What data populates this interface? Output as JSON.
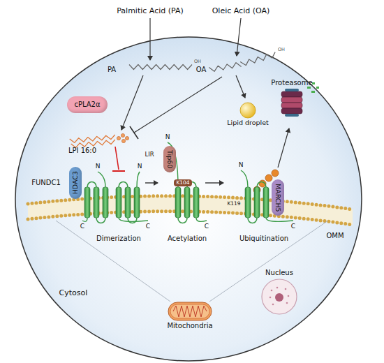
{
  "diagram": {
    "nodes": [
      {
        "text": [
          "Cytosol"
        ]
      },
      {
        "text": [
          "cPLA2α"
        ],
        "in": 0
      },
      {
        "text": [
          "Lipid droplet"
        ],
        "in": 0
      },
      {
        "text": [
          "HDAC3"
        ],
        "in": 0
      },
      {
        "text": [
          "Tip60"
        ],
        "in": 0
      },
      {
        "text": [
          "MARCH5"
        ],
        "in": 0
      },
      {
        "text": [
          "Proteasome"
        ],
        "in": 0
      },
      {
        "text": [
          "Mitochondria"
        ],
        "in": 0
      },
      {
        "text": [
          "Nucleus"
        ],
        "in": 0
      }
    ],
    "labels": [
      "Palmitic Acid (PA)",
      "Oleic Acid (OA)",
      "PA",
      "OA",
      "LPI 16:0",
      "N",
      "N",
      "LIR",
      "FUNDC1",
      "C",
      "Dimerization",
      "C",
      "N",
      "K104",
      "Acetylation",
      "C",
      "N",
      "K119",
      "Ubiquitination",
      "C",
      "OMM",
      "OH",
      "OH"
    ]
  }
}
